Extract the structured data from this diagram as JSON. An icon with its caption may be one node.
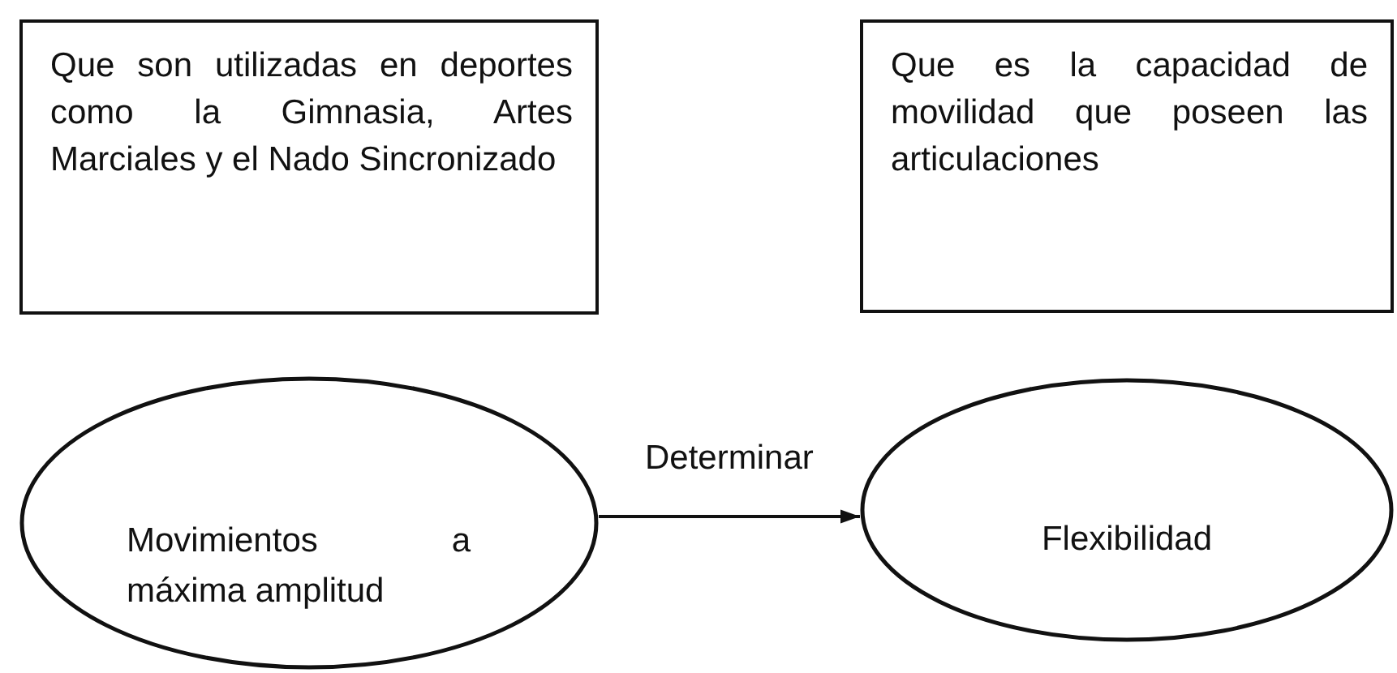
{
  "diagram": {
    "nodes": [
      {
        "text": [
          "Que son utilizadas en deportes como la Gimnasia, Artes Marciales y el Nado Sincronizado"
        ]
      },
      {
        "text": [
          "Que es la capacidad de movilidad que poseen las articulaciones"
        ]
      },
      {
        "text": [
          "Movimientos a máxima amplitud"
        ]
      },
      {
        "text": [
          "Flexibilidad"
        ]
      }
    ],
    "edges": [
      {
        "from": 2,
        "to": 3,
        "arrow": "to",
        "label": "Determinar"
      }
    ]
  }
}
